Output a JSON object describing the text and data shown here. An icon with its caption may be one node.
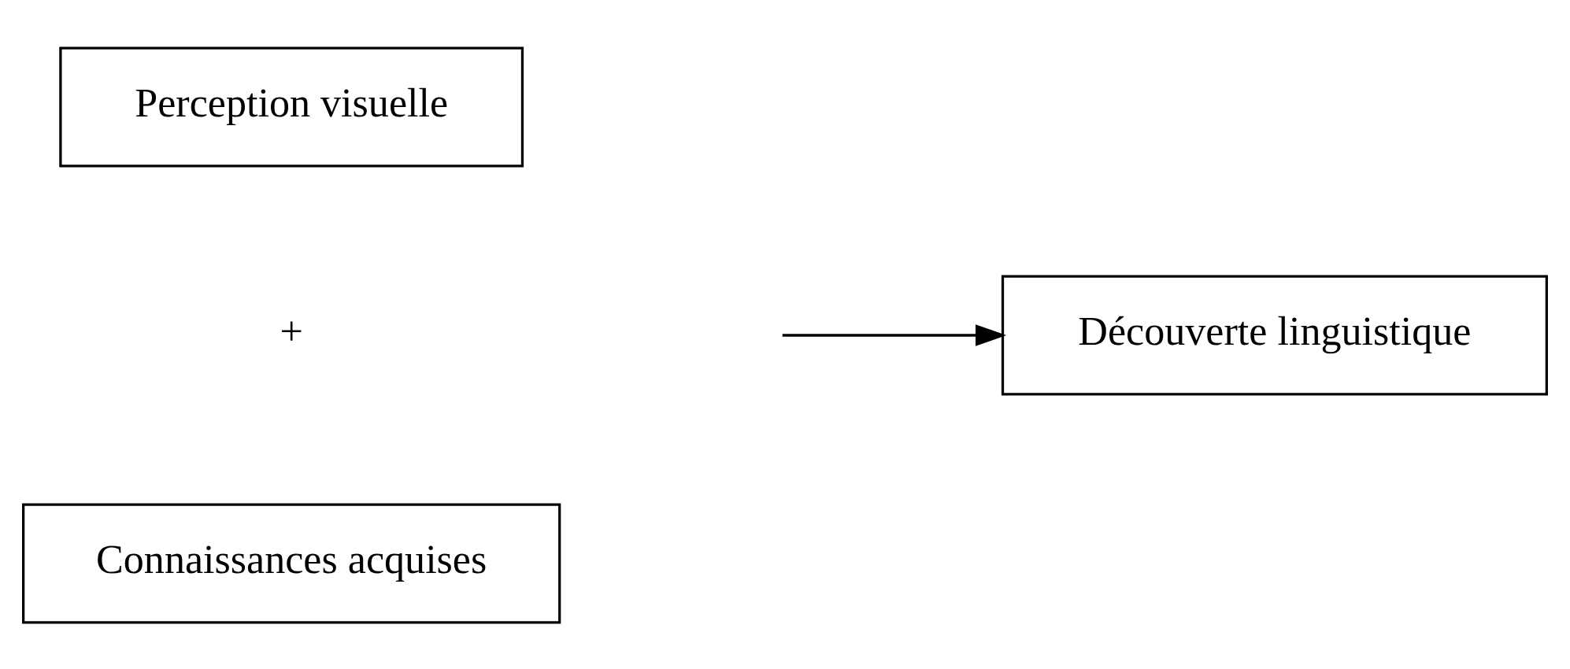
{
  "diagram": {
    "nodes": [
      {
        "text": [
          "Perception visuelle"
        ]
      },
      {
        "text": [
          "Connaissances acquises"
        ]
      },
      {
        "text": [
          "Découverte linguistique"
        ]
      }
    ],
    "edges": [
      {
        "from": null,
        "to": 2,
        "arrow": "to"
      }
    ],
    "labels": [
      "+"
    ]
  }
}
